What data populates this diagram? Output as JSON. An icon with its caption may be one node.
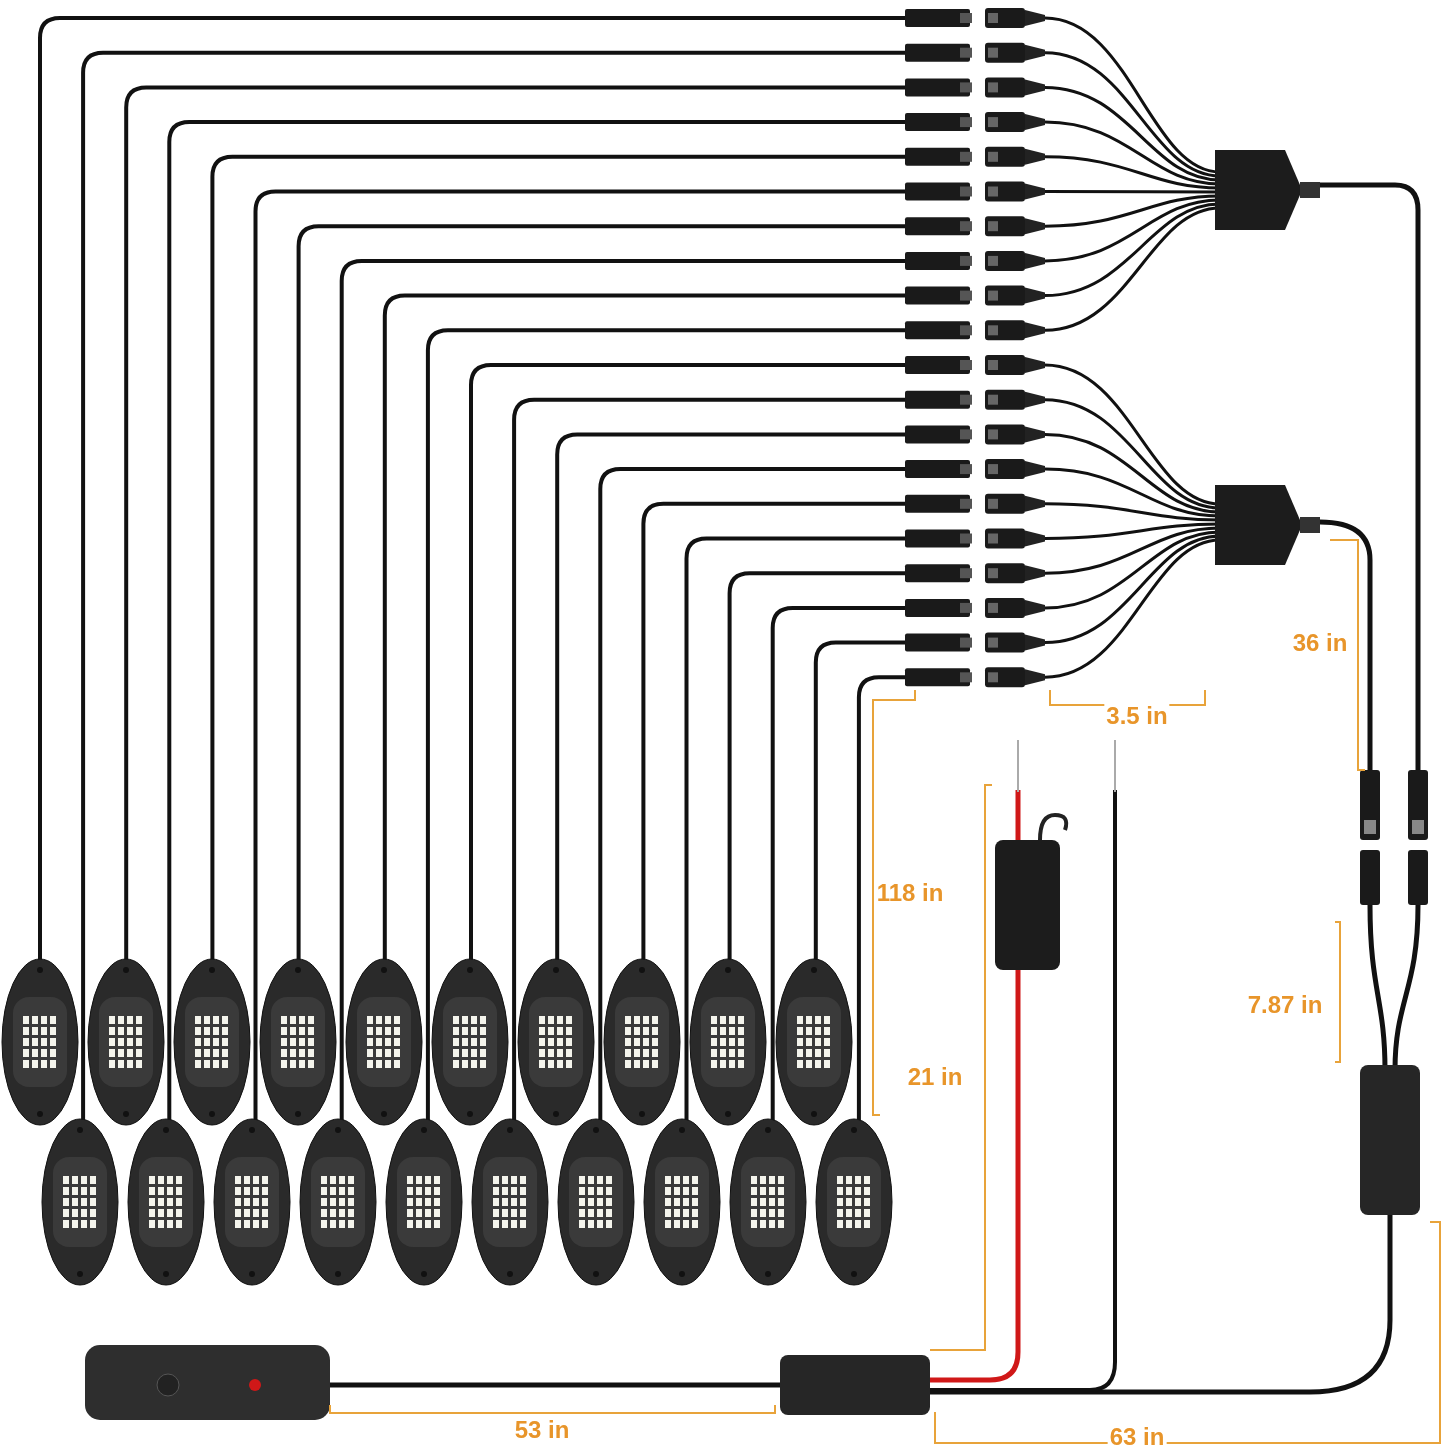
{
  "diagram": {
    "labels": [
      "36 in",
      "3.5 in",
      "118 in",
      "7.87 in",
      "21 in",
      "53 in",
      "63 in"
    ]
  }
}
